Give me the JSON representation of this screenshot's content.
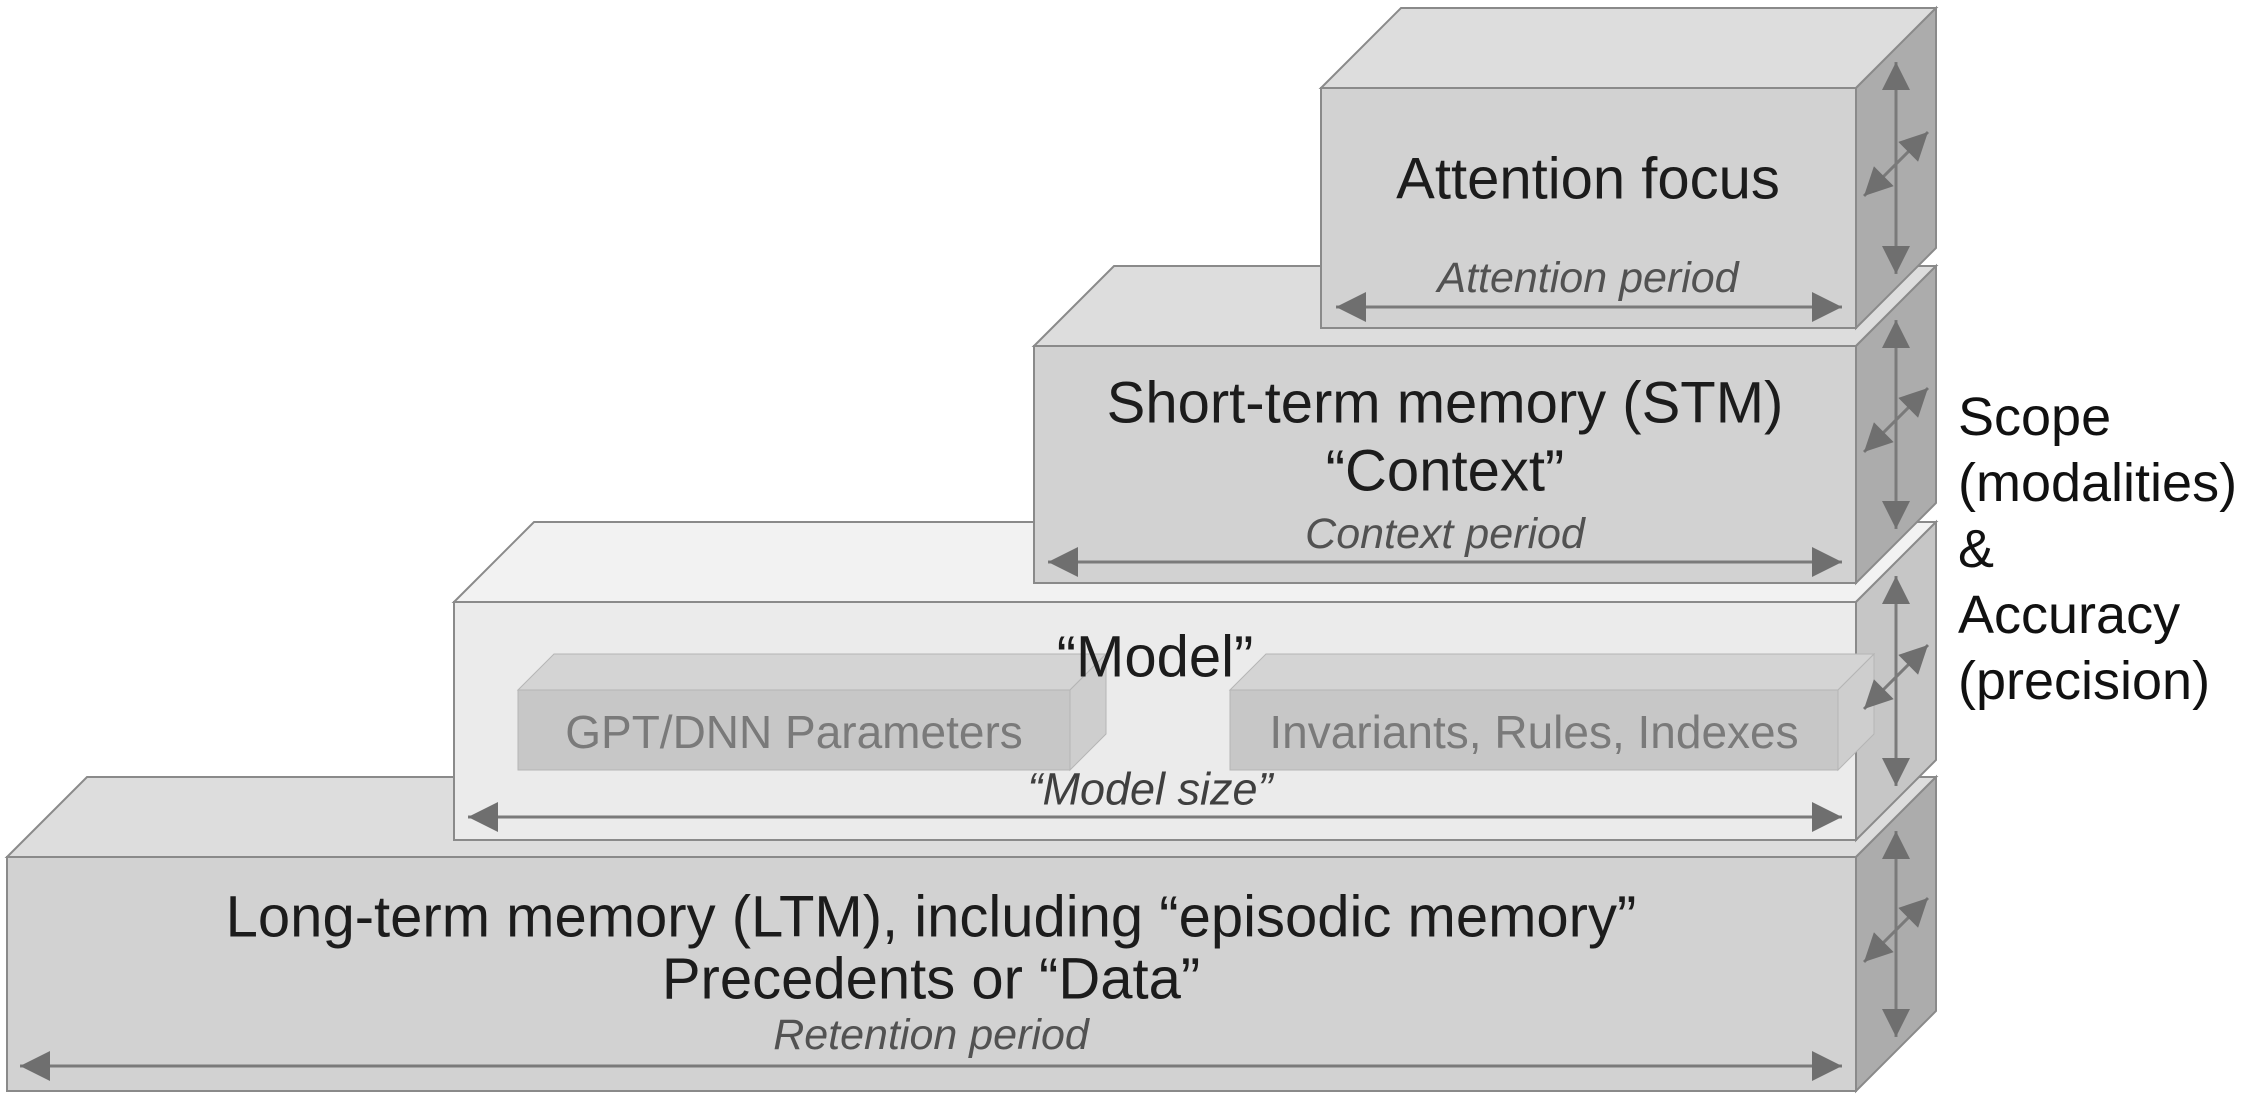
{
  "diagram": {
    "attention": {
      "title": "Attention focus",
      "period": "Attention period"
    },
    "stm": {
      "title_line1": "Short-term memory (STM)",
      "title_line2": "“Context”",
      "period": "Context period"
    },
    "model": {
      "title": "“Model”",
      "left_component": "GPT/DNN Parameters",
      "right_component": "Invariants, Rules, Indexes",
      "size_label": "“Model size”"
    },
    "ltm": {
      "title_line1": "Long-term memory (LTM), including “episodic memory”",
      "title_line2": "Precedents or “Data”",
      "period": "Retention period"
    },
    "right_caption": {
      "line1": "Scope",
      "line2": "(modalities)",
      "line3": "&",
      "line4": "Accuracy",
      "line5": "(precision)"
    },
    "colors": {
      "background": "#ffffff",
      "box_front": "#d2d2d2",
      "box_top": "#dddddd",
      "box_side": "#acacac",
      "model_front": "#ebebeb",
      "model_top": "#f2f2f2",
      "model_side": "#c6c6c6",
      "component_front": "#c7c7c7",
      "component_top": "#d4d4d4",
      "component_side": "#cecece",
      "edge_stroke": "#8a8a8a",
      "arrow": "#6f6f6f",
      "title_text": "#1c1c1c",
      "period_text": "#525252",
      "component_text": "#7a7a7a"
    }
  }
}
